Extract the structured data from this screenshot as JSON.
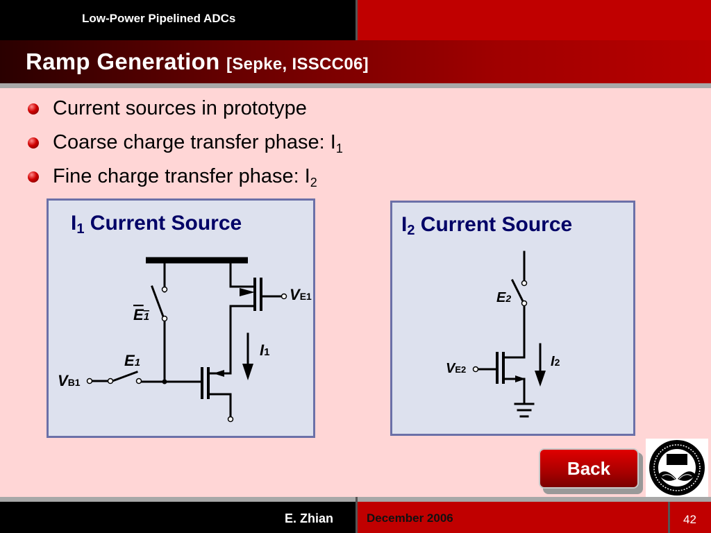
{
  "header": {
    "course_title": "Low-Power Pipelined ADCs"
  },
  "slide": {
    "title": "Ramp Generation",
    "citation": "[Sepke, ISSCC06]"
  },
  "bullets": [
    {
      "text": "Current sources in prototype",
      "sub": ""
    },
    {
      "text": "Coarse charge transfer phase: I",
      "sub": "1"
    },
    {
      "text": "Fine charge transfer phase: I",
      "sub": "2"
    }
  ],
  "panel_left": {
    "title_main": "I",
    "title_sub": "1",
    "title_rest": " Current Source",
    "labels": {
      "ve1_v": "V",
      "ve1_sub": "E1",
      "e1_top": "E",
      "e1_top_sub": "1",
      "e1_bot": "E",
      "e1_bot_sub": "1",
      "vb1_v": "V",
      "vb1_sub": "B1",
      "i1": "I",
      "i1_sub": "1"
    }
  },
  "panel_right": {
    "title_main": "I",
    "title_sub": "2",
    "title_rest": " Current Source",
    "labels": {
      "e2": "E",
      "e2_sub": "2",
      "ve2_v": "V",
      "ve2_sub": "E2",
      "i2": "I",
      "i2_sub": "2"
    }
  },
  "back_button": {
    "label": "Back"
  },
  "footer": {
    "author": "E. Zhian",
    "date": "December 2006",
    "page": "42"
  },
  "colors": {
    "header_red": "#c00000",
    "panel_bg": "#dde1ee",
    "panel_border": "#6b70a8",
    "slide_bg": "#ffd6d6"
  },
  "icons": {
    "bullet": "red-sphere-bullet",
    "logo": "university-seal-logo"
  }
}
